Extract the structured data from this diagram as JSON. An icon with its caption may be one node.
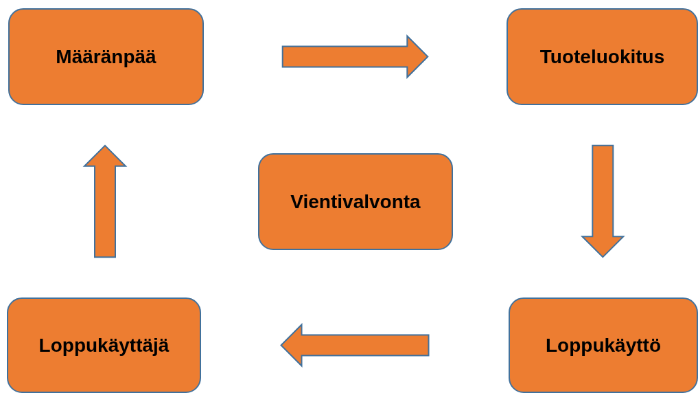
{
  "diagram": {
    "nodes": [
      {
        "text": [
          "Määränpää"
        ]
      },
      {
        "text": [
          "Tuoteluokitus"
        ]
      },
      {
        "text": [
          "Vientivalvonta"
        ]
      },
      {
        "text": [
          "Loppukäyttö"
        ]
      },
      {
        "text": [
          "Loppukäyttäjä"
        ]
      }
    ],
    "edges": [
      {
        "from": 0,
        "to": 1,
        "arrow": "to"
      },
      {
        "from": 1,
        "to": 3,
        "arrow": "to"
      },
      {
        "from": 3,
        "to": 4,
        "arrow": "to"
      },
      {
        "from": 4,
        "to": 0,
        "arrow": "to"
      }
    ]
  }
}
